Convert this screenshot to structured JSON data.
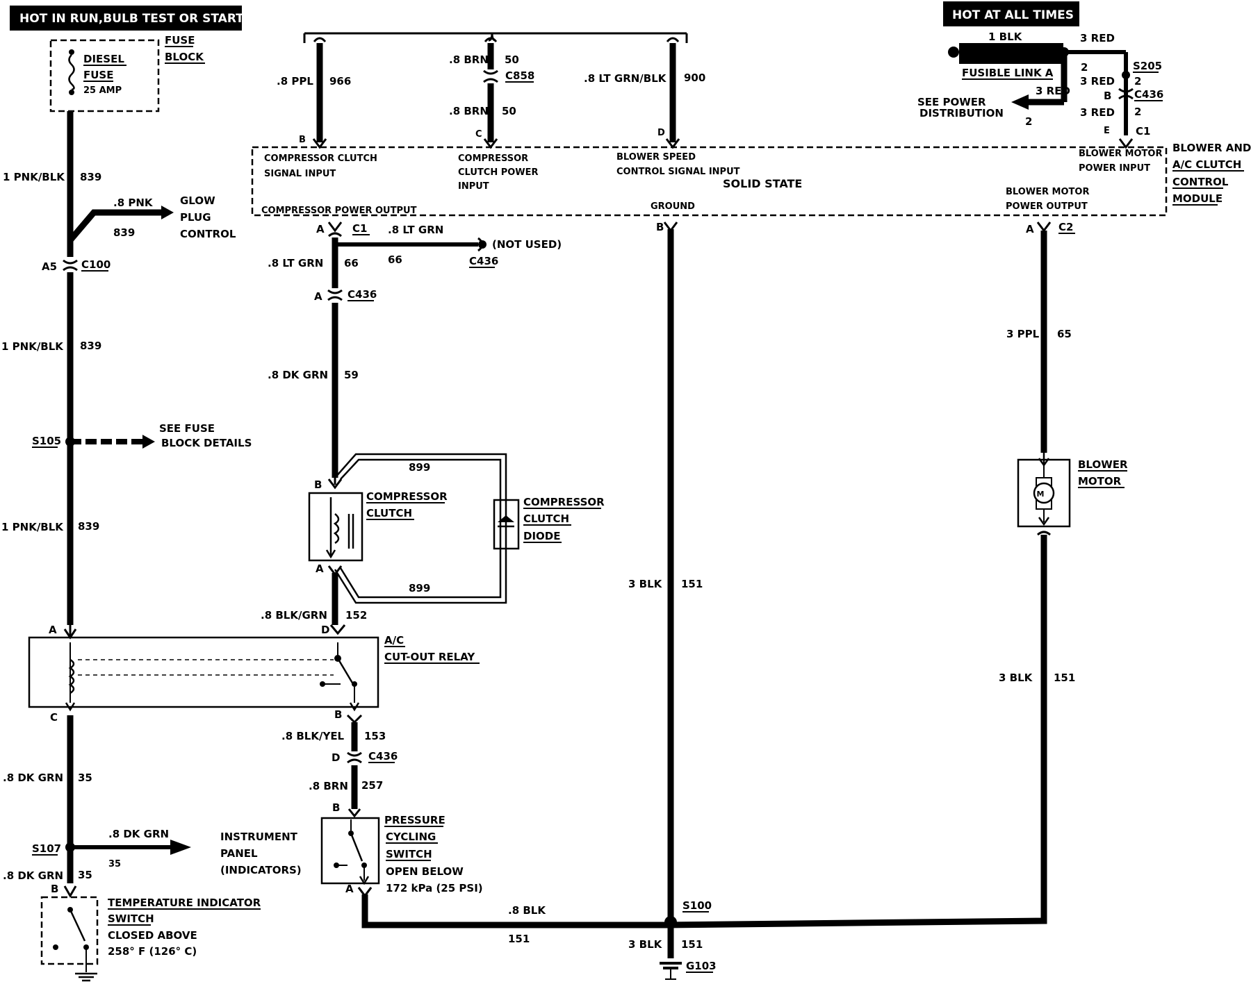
{
  "banners": {
    "hot_run": "HOT IN RUN,BULB TEST OR START",
    "hot_all": "HOT AT ALL TIMES"
  },
  "fuse_block": {
    "title": "FUSE",
    "title2": "BLOCK",
    "fuse_name": "DIESEL",
    "fuse_name2": "FUSE",
    "fuse_rating": "25 AMP"
  },
  "left_circuit": {
    "wire1_color": "1 PNK/BLK",
    "wire1_num": "839",
    "glow_wire_color": ".8 PNK",
    "glow_wire_num": "839",
    "glow_label1": "GLOW",
    "glow_label2": "PLUG",
    "glow_label3": "CONTROL",
    "c100_pin": "A5",
    "c100": "C100",
    "wire2_color": "1 PNK/BLK",
    "wire2_num": "839",
    "s105": "S105",
    "see_fuse1": "SEE FUSE",
    "see_fuse2": "BLOCK DETAILS",
    "wire3_color": "1 PNK/BLK",
    "wire3_num": "839",
    "relay_pin_a": "A",
    "relay_pin_c": "C",
    "wire4_color": ".8 DK GRN",
    "wire4_num": "35",
    "s107": "S107",
    "ip_wire_color": ".8 DK GRN",
    "ip_wire_num": "35",
    "ip_label1": "INSTRUMENT",
    "ip_label2": "PANEL",
    "ip_label3": "(INDICATORS)",
    "wire5_color": ".8 DK GRN",
    "wire5_num": "35",
    "temp_pin": "B",
    "temp_label1": "TEMPERATURE INDICATOR",
    "temp_label2": "SWITCH",
    "temp_label3": "CLOSED ABOVE",
    "temp_label4": "258° F (126° C)"
  },
  "top_bus": {
    "w966_color": ".8 PPL",
    "w966_num": "966",
    "w50_color": ".8 BRN",
    "w50_num": "50",
    "c858": "C858",
    "w50b_color": ".8 BRN",
    "w50b_num": "50",
    "w900_color": ".8 LT GRN/BLK",
    "w900_num": "900",
    "pin_b": "B",
    "pin_c": "C",
    "pin_d": "D"
  },
  "hot_all": {
    "blk": "1 BLK",
    "red_top": "3 RED",
    "fusible": "FUSIBLE LINK A",
    "red3": "3 RED",
    "n2a": "2",
    "see_power1": "SEE POWER",
    "see_power2": "DISTRIBUTION",
    "n2b": "2",
    "s205": "S205",
    "n2c": "2",
    "red_s205": "3 RED",
    "n2d": "2",
    "pin_b": "B",
    "c436": "C436",
    "red_c436": "3 RED",
    "n2e": "2",
    "pin_e": "E",
    "c1": "C1"
  },
  "module": {
    "title1": "BLOWER AND",
    "title2": "A/C CLUTCH",
    "title3": "CONTROL",
    "title4": "MODULE",
    "solid_state": "SOLID STATE",
    "sig_in1": "COMPRESSOR CLUTCH",
    "sig_in2": "SIGNAL INPUT",
    "pwr_in1": "COMPRESSOR",
    "pwr_in2": "CLUTCH POWER",
    "pwr_in3": "INPUT",
    "blow_sig1": "BLOWER SPEED",
    "blow_sig2": "CONTROL SIGNAL INPUT",
    "blow_pin1": "BLOWER MOTOR",
    "blow_pin2": "POWER INPUT",
    "comp_out": "COMPRESSOR POWER OUTPUT",
    "ground": "GROUND",
    "blow_out1": "BLOWER MOTOR",
    "blow_out2": "POWER OUTPUT"
  },
  "compressor": {
    "pin_a_c1": "A",
    "c1": "C1",
    "ltgrn_unused": ".8 LT GRN",
    "not_used": "(NOT USED)",
    "w66b": "66",
    "c436_unused": "C436",
    "ltgrn": ".8 LT GRN",
    "w66": "66",
    "pin_a_c436": "A",
    "c436": "C436",
    "dkgrn": ".8 DK GRN",
    "w59": "59",
    "w899_top": "899",
    "pin_b": "B",
    "clutch1": "COMPRESSOR",
    "clutch2": "CLUTCH",
    "diode1": "COMPRESSOR",
    "diode2": "CLUTCH",
    "diode3": "DIODE",
    "pin_a": "A",
    "w899_bot": "899",
    "blkgrn": ".8 BLK/GRN",
    "w152": "152",
    "relay_pin_d": "D",
    "relay1": "A/C",
    "relay2": "CUT-OUT RELAY",
    "relay_pin_b": "B",
    "blkyel": ".8 BLK/YEL",
    "w153": "153",
    "pin_d_c436": "D",
    "c436_b": "C436",
    "brn": ".8 BRN",
    "w257": "257",
    "sw_pin_b": "B",
    "sw1": "PRESSURE",
    "sw2": "CYCLING",
    "sw3": "SWITCH",
    "sw4": "OPEN BELOW",
    "sw5": "172 kPa (25 PSI)",
    "sw_pin_a": "A",
    "blk_bottom": ".8 BLK",
    "w151_bottom": "151"
  },
  "ground": {
    "pin_b": "B",
    "blk": "3 BLK",
    "w151": "151",
    "s100": "S100",
    "blk2": "3 BLK",
    "w151b": "151",
    "g103": "G103"
  },
  "blower": {
    "pin_a": "A",
    "c2": "C2",
    "ppl": "3 PPL",
    "w65": "65",
    "label1": "BLOWER",
    "label2": "MOTOR",
    "m": "M",
    "blk": "3 BLK",
    "w151": "151"
  }
}
